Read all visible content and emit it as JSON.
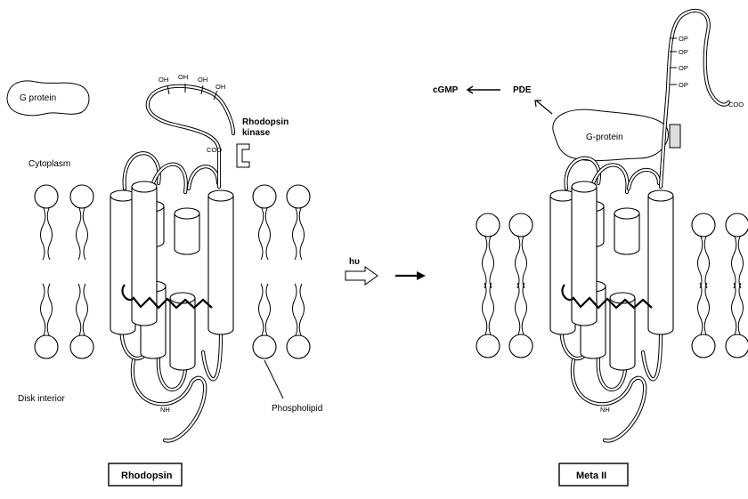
{
  "left_panel": {
    "g_protein_label": "G protein",
    "cytoplasm_label": "Cytoplasm",
    "disk_interior_label": "Disk interior",
    "phospholipid_label": "Phospholipid",
    "rhodopsin_kinase_label_line1": "Rhodopsin",
    "rhodopsin_kinase_label_line2": "kinase",
    "carboxyl_label": "COO",
    "amino_label": "NH",
    "hydroxyl_labels": [
      "OH",
      "OH",
      "OH",
      "OH"
    ],
    "box_label": "Rhodopsin"
  },
  "middle": {
    "light_symbol": "hυ"
  },
  "right_panel": {
    "cgmp_label": "cGMP",
    "pde_label": "PDE",
    "g_protein_label": "G-protein",
    "phosphate_labels": [
      "OP",
      "OP",
      "OP",
      "OP"
    ],
    "carboxyl_label": "COO",
    "amino_label": "NH",
    "box_label": "Meta II"
  }
}
